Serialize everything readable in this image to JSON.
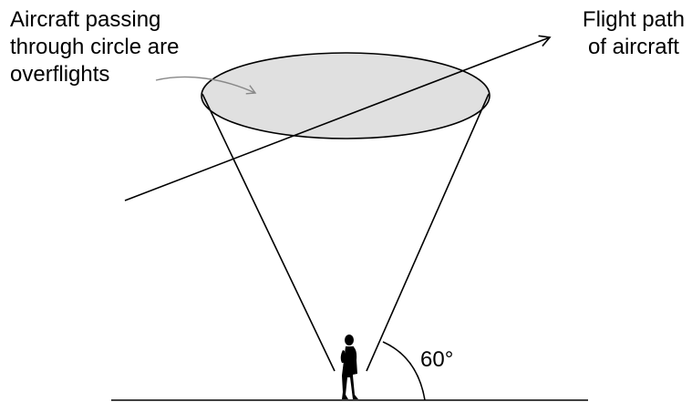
{
  "labels": {
    "overflight_line1": "Aircraft passing",
    "overflight_line2": "through circle are",
    "overflight_line3": "overflights",
    "flight_path_line1": "Flight path",
    "flight_path_line2": "of aircraft",
    "angle": "60°"
  },
  "colors": {
    "circle_fill": "#e0e0e0",
    "stroke": "#000000",
    "pointer_stroke": "#888888"
  },
  "icons": {
    "observer": "standing-person-silhouette-icon"
  }
}
